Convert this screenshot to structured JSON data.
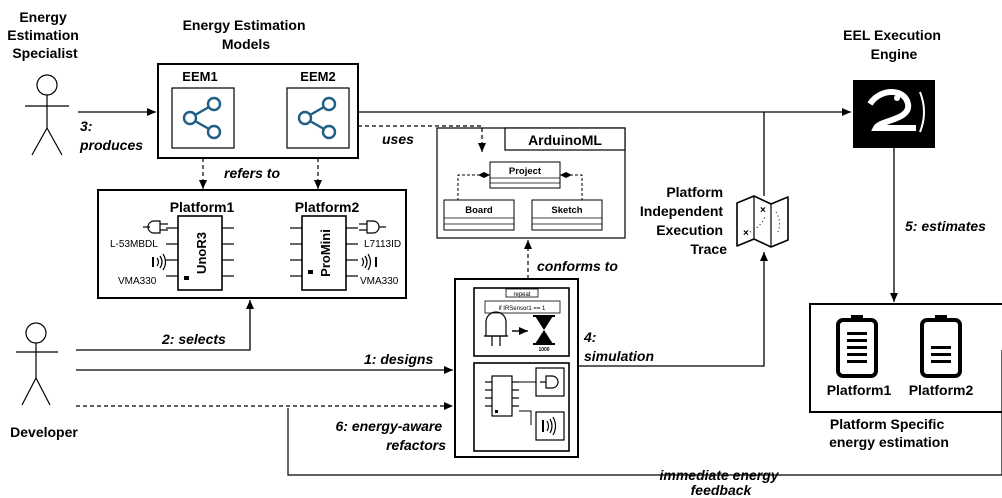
{
  "actors": {
    "specialist": "Energy Estimation Specialist",
    "specialist_lines": [
      "Energy",
      "Estimation",
      "Specialist"
    ],
    "developer": "Developer"
  },
  "models": {
    "title": "Energy Estimation Models",
    "title_lines": [
      "Energy Estimation",
      "Models"
    ],
    "eem1": "EEM1",
    "eem2": "EEM2"
  },
  "platforms": {
    "p1": {
      "title": "Platform1",
      "chip": "UnoR3",
      "led": "L-53MBDL",
      "sensor": "VMA330"
    },
    "p2": {
      "title": "Platform2",
      "chip": "ProMini",
      "led": "L7113ID",
      "sensor": "VMA330"
    }
  },
  "arduinoml": {
    "title": "ArduinoML",
    "project": "Project",
    "board": "Board",
    "sketch": "Sketch"
  },
  "engine": {
    "title_lines": [
      "EEL Execution",
      "Engine"
    ]
  },
  "trace": {
    "lines": [
      "Platform",
      "Independent",
      "Execution",
      "Trace"
    ]
  },
  "estimation": {
    "p1": "Platform1",
    "p2": "Platform2",
    "caption_lines": [
      "Platform Specific",
      "energy estimation"
    ]
  },
  "program": {
    "repeat": "repeat",
    "condition": "if IRSensor1 == 1",
    "delay": "1000"
  },
  "edges": {
    "produces": [
      "3:",
      "produces"
    ],
    "uses": "uses",
    "refers_to": "refers to",
    "conforms_to": "conforms to",
    "simulation": [
      "4:",
      "simulation"
    ],
    "estimates": "5: estimates",
    "selects": "2: selects",
    "designs": "1: designs",
    "refactors": [
      "6: energy-aware",
      "refactors"
    ],
    "feedback": [
      "immediate energy",
      "feedback"
    ]
  }
}
